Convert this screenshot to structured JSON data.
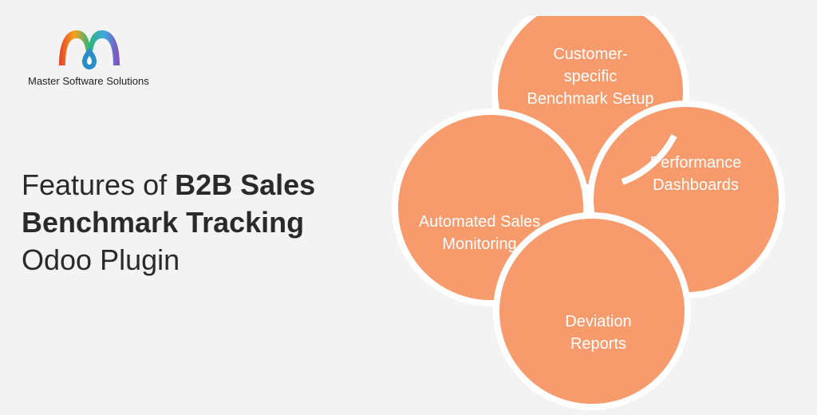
{
  "brand": {
    "name": "Master Software Solutions",
    "logo_colors": [
      "#e6412b",
      "#f7a11a",
      "#2eb37a",
      "#3da9e0",
      "#8b46b8"
    ]
  },
  "headline": {
    "line1_normal": "Features of ",
    "line1_bold": "B2B Sales",
    "line2_bold": "Benchmark Tracking",
    "line3_normal": "Odoo Plugin"
  },
  "diagram": {
    "circle_color": "#f79a6c",
    "ring_color": "#ffffff",
    "nodes": [
      {
        "lines": [
          "Customer-",
          "specific",
          "Benchmark Setup"
        ]
      },
      {
        "lines": [
          "Performance",
          "Dashboards"
        ]
      },
      {
        "lines": [
          "Automated Sales",
          "Monitoring"
        ]
      },
      {
        "lines": [
          "Deviation",
          "Reports"
        ]
      }
    ]
  }
}
